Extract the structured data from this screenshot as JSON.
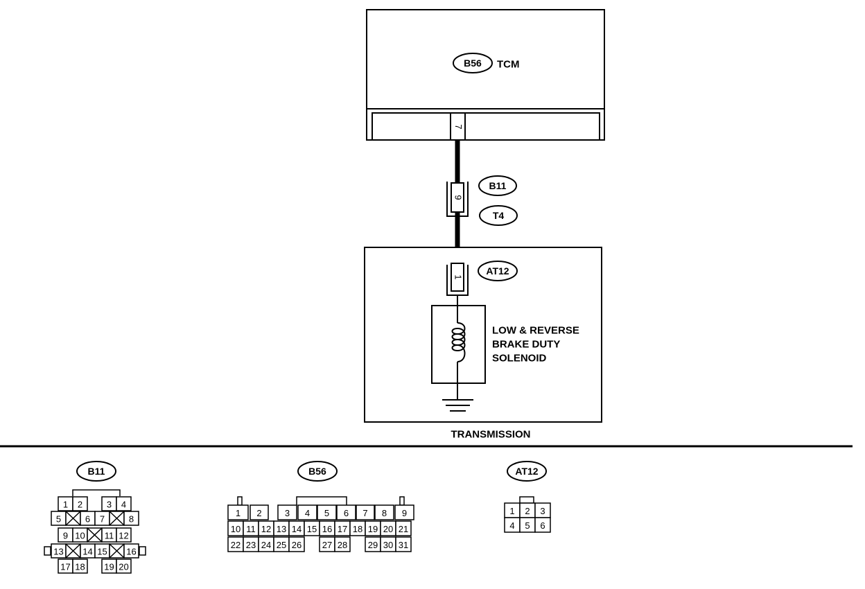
{
  "tcm": {
    "code": "B56",
    "name": "TCM",
    "pin": "7"
  },
  "joint": {
    "codes": [
      "B11",
      "T4"
    ],
    "pin": "9"
  },
  "solenoid_connector": {
    "code": "AT12",
    "pin": "1"
  },
  "solenoid": {
    "lines": [
      "LOW & REVERSE",
      "BRAKE DUTY",
      "SOLENOID"
    ]
  },
  "transmission_label": "TRANSMISSION",
  "connectors": {
    "b11": {
      "code": "B11",
      "pins": [
        "1",
        "2",
        "3",
        "4",
        "5",
        "6",
        "7",
        "8",
        "9",
        "10",
        "11",
        "12",
        "13",
        "14",
        "15",
        "16",
        "17",
        "18",
        "19",
        "20"
      ]
    },
    "b56": {
      "code": "B56",
      "pins": [
        "1",
        "2",
        "3",
        "4",
        "5",
        "6",
        "7",
        "8",
        "9",
        "10",
        "11",
        "12",
        "13",
        "14",
        "15",
        "16",
        "17",
        "18",
        "19",
        "20",
        "21",
        "22",
        "23",
        "24",
        "25",
        "26",
        "27",
        "28",
        "29",
        "30",
        "31"
      ]
    },
    "at12": {
      "code": "AT12",
      "pins": [
        "1",
        "2",
        "3",
        "4",
        "5",
        "6"
      ]
    }
  }
}
